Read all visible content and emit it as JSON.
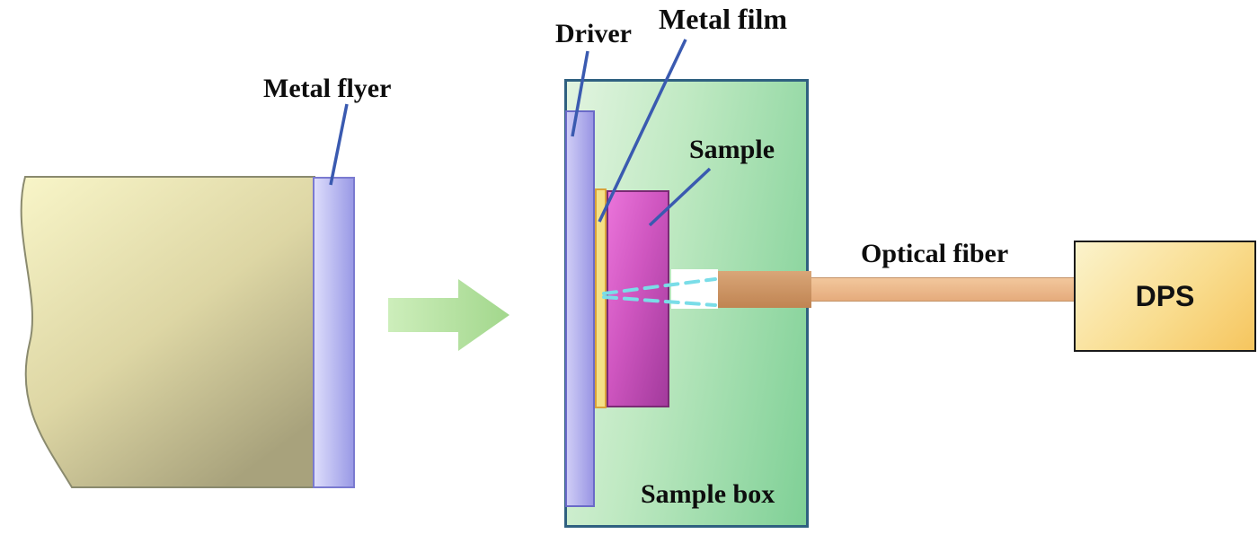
{
  "figure": {
    "type": "experiment-setup-diagram",
    "description_labels_visible_only": true
  },
  "labels": {
    "metal_flyer": "Metal flyer",
    "driver": "Driver",
    "metal_film": "Metal film",
    "sample": "Sample",
    "sample_box": "Sample box",
    "optical_fiber": "Optical fiber",
    "dps": "DPS"
  },
  "colors": {
    "flyer_body_top": "#f7f3c4",
    "flyer_body_bottom": "#a8a27c",
    "flyer_strip": "#b3b3ef",
    "arrow_green": "#b5e0a0",
    "sample_box_light": "#e2f4e0",
    "sample_box_green": "#7fd096",
    "sample_box_outline": "#2f6080",
    "driver_strip": "#b0aeee",
    "metal_film_yellow": "#f4e187",
    "sample_magenta": "#cf56c0",
    "channel_white": "#ffffff",
    "fiber_tan": "#eebb8e",
    "fiber_dark": "#c98f5e",
    "dps_light": "#fbf3cc",
    "dps_orange": "#f6c55e",
    "pointer_line_blue": "#3a5ab0",
    "dashed_line_cyan": "#7adde8"
  }
}
